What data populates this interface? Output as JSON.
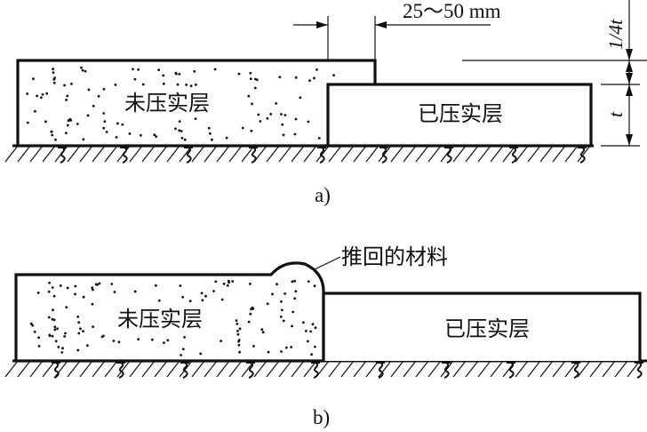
{
  "diagram_a": {
    "caption": "a)",
    "uncompacted_label": "未压实层",
    "compacted_label": "已压实层",
    "gap_dimension": "25～50 mm",
    "thickness_label": "t",
    "step_label": "1/4t"
  },
  "diagram_b": {
    "caption": "b)",
    "uncompacted_label": "未压实层",
    "compacted_label": "已压实层",
    "pushed_back_label": "推回的材料"
  }
}
